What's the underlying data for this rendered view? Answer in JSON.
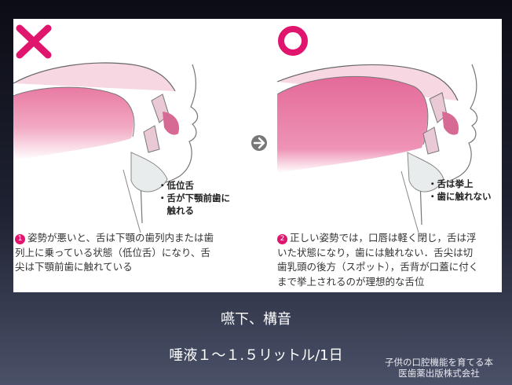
{
  "figure": {
    "left_note_lines": [
      "・低位舌",
      "・舌が下顎前歯に",
      "　触れる"
    ],
    "right_note_lines": [
      "・舌は挙上",
      "・歯に触れない"
    ],
    "arrow_icon": "circle-arrow-right-icon",
    "bad_mark_icon": "cross-mark-icon",
    "good_mark_icon": "circle-mark-icon",
    "accent_color": "#e0156e"
  },
  "captions": {
    "left": {
      "number": "1",
      "lines": [
        "姿勢が悪いと、舌は下顎の歯列内または歯",
        "列上に乗っている状態（低位舌）になり、舌",
        "尖は下顎前歯に触れている"
      ]
    },
    "right": {
      "number": "2",
      "lines": [
        "正しい姿勢では，口唇は軽く閉じ，舌は浮",
        "いた状態になり，歯には触れない．舌尖は切",
        "歯乳頭の後方（スポット），舌背が口蓋に付く",
        "まで挙上されるのが理想的な舌位"
      ]
    }
  },
  "slide": {
    "line1": "嚥下、構音",
    "line2": "唾液１〜１.５リットル/1日"
  },
  "credit": {
    "line1": "子供の口腔機能を育てる本",
    "line2": "医歯薬出版株式会社"
  }
}
